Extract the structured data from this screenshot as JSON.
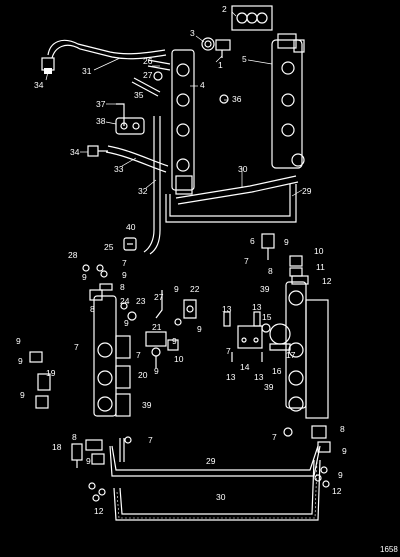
{
  "figure": {
    "id": "1658",
    "callouts": [
      "1",
      "2",
      "3",
      "4",
      "5",
      "6",
      "7",
      "8",
      "9",
      "10",
      "11",
      "12",
      "13",
      "14",
      "15",
      "16",
      "17",
      "18",
      "19",
      "20",
      "21",
      "22",
      "23",
      "24",
      "25",
      "26",
      "27",
      "28",
      "29",
      "30",
      "31",
      "32",
      "33",
      "34",
      "35",
      "36",
      "37",
      "38",
      "39",
      "40"
    ]
  }
}
